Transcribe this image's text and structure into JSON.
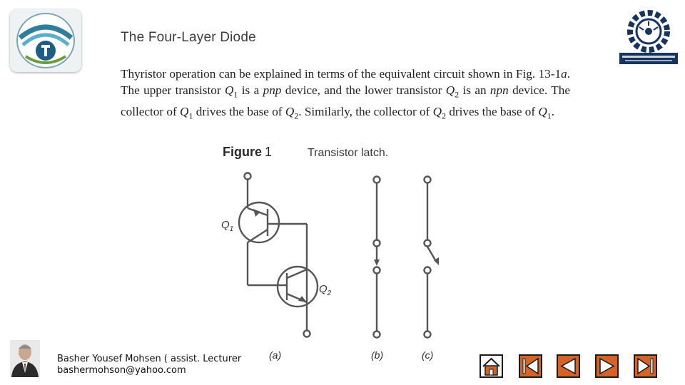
{
  "slide": {
    "title": "The Four-Layer Diode",
    "paragraph": [
      {
        "t": "Thyristor operation can be explained in terms of the equivalent circuit shown in Fig. 13-1"
      },
      {
        "t": "a",
        "i": true
      },
      {
        "t": ". The upper transistor "
      },
      {
        "t": "Q",
        "i": true
      },
      {
        "t": "1",
        "sub": true
      },
      {
        "t": " is a "
      },
      {
        "t": "pnp",
        "i": true
      },
      {
        "t": " device, and the lower transistor "
      },
      {
        "t": "Q",
        "i": true
      },
      {
        "t": "2",
        "sub": true
      },
      {
        "t": " is an "
      },
      {
        "t": "npn",
        "i": true
      },
      {
        "t": " device. The collector of "
      },
      {
        "t": "Q",
        "i": true
      },
      {
        "t": "1",
        "sub": true
      },
      {
        "t": " drives the base of "
      },
      {
        "t": "Q",
        "i": true
      },
      {
        "t": "2",
        "sub": true
      },
      {
        "t": ". Similarly, the collector of "
      },
      {
        "t": "Q",
        "i": true
      },
      {
        "t": "2",
        "sub": true
      },
      {
        "t": " drives the base of "
      },
      {
        "t": "Q",
        "i": true
      },
      {
        "t": "1",
        "sub": true
      },
      {
        "t": "."
      }
    ]
  },
  "figure": {
    "label": "Figure",
    "number": "1",
    "caption": "Transistor latch.",
    "q1_letter": "Q",
    "q1_sub": "1",
    "q2_letter": "Q",
    "q2_sub": "2",
    "label_a": "(a)",
    "label_b": "(b)",
    "label_c": "(c)"
  },
  "footer": {
    "author_line1": "Basher Yousef Mohsen ( assist. Lecturer",
    "author_line2": "bashermohson@yahoo.com"
  },
  "nav": {
    "home_icon": "home-icon",
    "first_icon": "first-slide-icon",
    "prev_icon": "previous-slide-icon",
    "next_icon": "next-slide-icon",
    "last_icon": "last-slide-icon",
    "frame_color": "#1a1a1a",
    "fill_color": "#d4632a"
  }
}
